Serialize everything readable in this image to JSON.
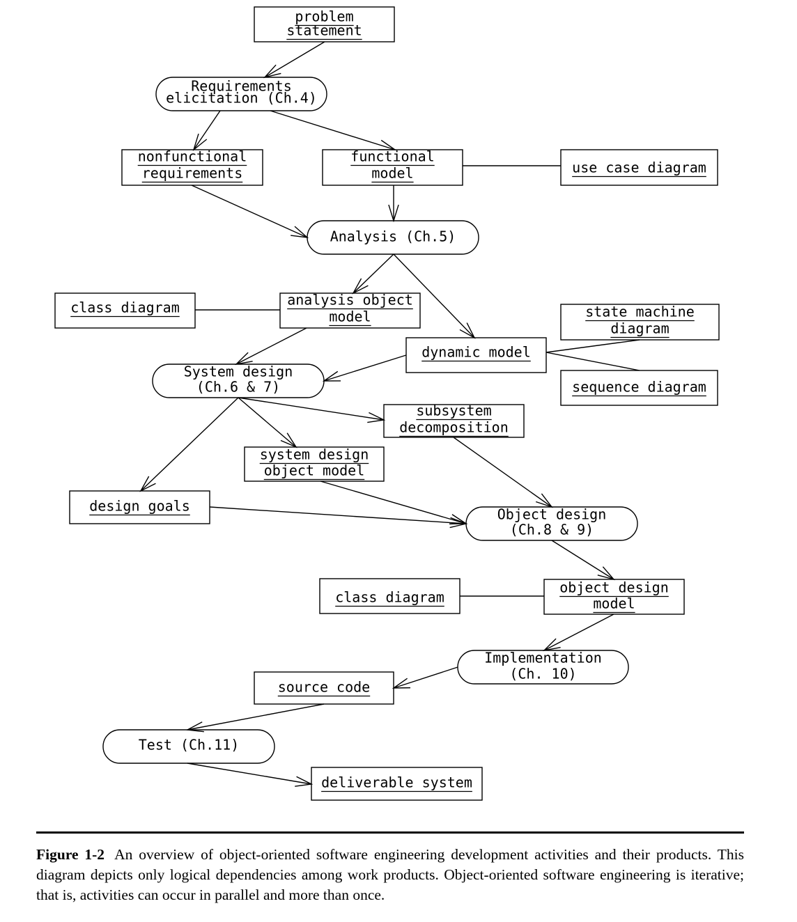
{
  "nodes": {
    "problem_statement": [
      "problem",
      "statement"
    ],
    "requirements_elicitation": [
      "Requirements",
      "elicitation (Ch.4)"
    ],
    "nonfunctional_requirements": [
      "nonfunctional",
      "requirements"
    ],
    "functional_model": [
      "functional",
      "model"
    ],
    "use_case_diagram": [
      "use case diagram"
    ],
    "analysis": [
      "Analysis (Ch.5)"
    ],
    "class_diagram_1": [
      "class diagram"
    ],
    "analysis_object_model": [
      "analysis object",
      "model"
    ],
    "state_machine_diagram": [
      "state machine",
      "diagram"
    ],
    "dynamic_model": [
      "dynamic model"
    ],
    "sequence_diagram": [
      "sequence diagram"
    ],
    "system_design": [
      "System design",
      "(Ch.6 & 7)"
    ],
    "subsystem_decomposition": [
      "subsystem",
      "decomposition"
    ],
    "system_design_object_model": [
      "system design",
      "object model"
    ],
    "design_goals": [
      "design goals"
    ],
    "object_design": [
      "Object design",
      "(Ch.8 & 9)"
    ],
    "class_diagram_2": [
      "class diagram"
    ],
    "object_design_model": [
      "object design",
      "model"
    ],
    "implementation": [
      "Implementation",
      "(Ch. 10)"
    ],
    "source_code": [
      "source code"
    ],
    "test": [
      "Test (Ch.11)"
    ],
    "deliverable_system": [
      "deliverable system"
    ]
  },
  "caption": {
    "label": "Figure 1-2",
    "text": "An overview of object-oriented software engineering development activities and their products. This diagram depicts only logical dependencies among work products. Object-oriented software engineering is iterative; that is, activities can occur in parallel and more than once."
  }
}
